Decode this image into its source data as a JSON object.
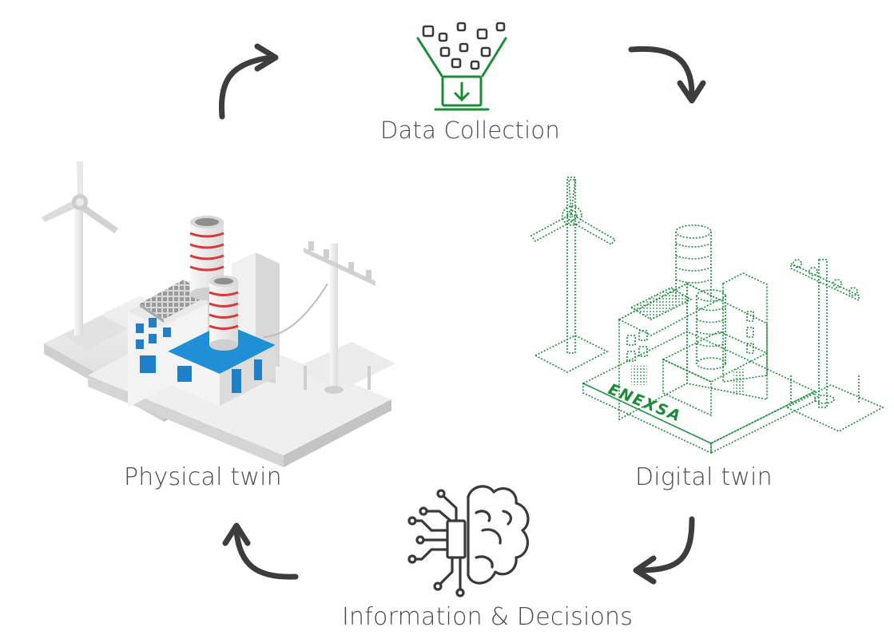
{
  "labels": {
    "data_collection": "Data Collection",
    "physical_twin": "Physical twin",
    "digital_twin": "Digital twin",
    "information_decisions": "Information & Decisions"
  },
  "brand": {
    "logo_text": "ENEXSA"
  },
  "colors": {
    "green": "#1d8a3a",
    "dark": "#3a3a3a",
    "arrow": "#3d3d3d",
    "blue": "#1f8fd6",
    "red": "#d63a3a",
    "gray": "#e4e4e4"
  },
  "icons": {
    "data": "laptop-download-icon",
    "ai": "brain-circuit-icon",
    "physical": "power-plant-illustration",
    "digital": "wireframe-power-plant-illustration"
  }
}
